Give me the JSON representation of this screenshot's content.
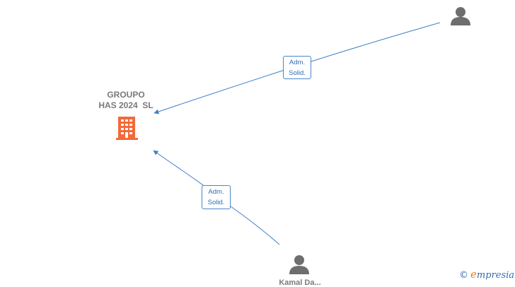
{
  "company": {
    "name_lines": [
      "GROUPO",
      "HAS 2024  SL"
    ],
    "icon": "building-icon",
    "icon_color": "#f26a3a"
  },
  "people": [
    {
      "icon": "person-icon",
      "name": ""
    },
    {
      "icon": "person-icon",
      "name": "Kamal Da..."
    }
  ],
  "relations": [
    {
      "label_line1": "Adm.",
      "label_line2": "Solid."
    },
    {
      "label_line1": "Adm.",
      "label_line2": "Solid."
    }
  ],
  "colors": {
    "edge": "#3f7fc8",
    "person": "#6e6e6e",
    "text": "#7a7a7a"
  },
  "brand": {
    "copyright": "©",
    "e": "e",
    "rest": "mpresia"
  }
}
